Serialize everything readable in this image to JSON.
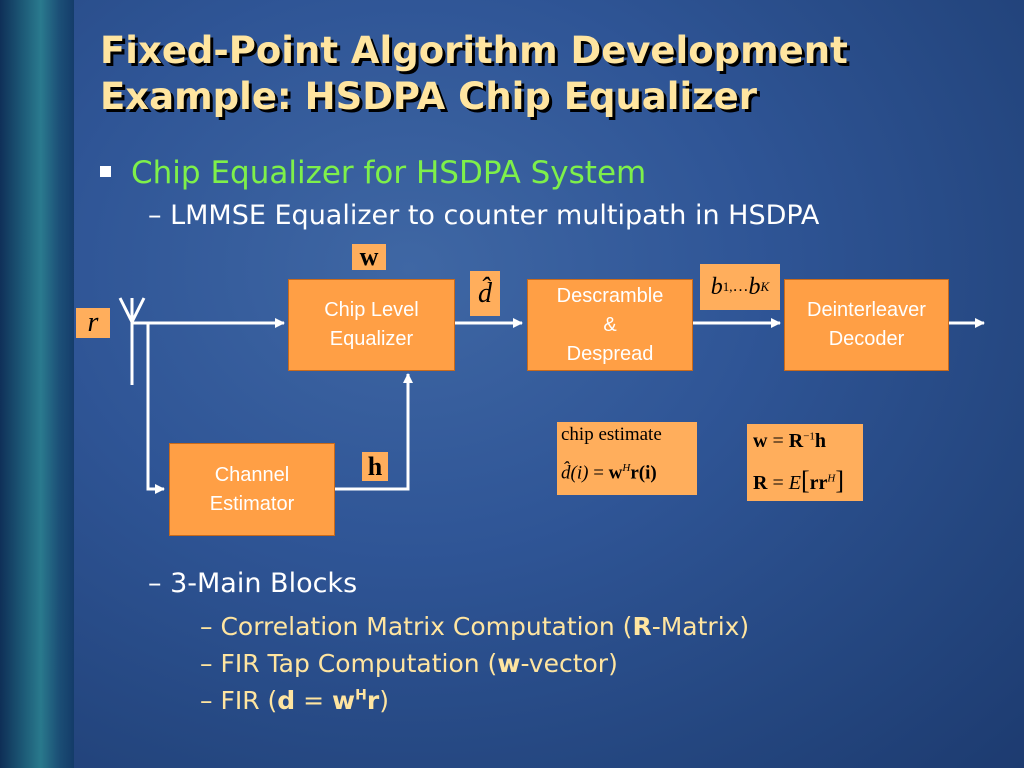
{
  "slide": {
    "title_line1": "Fixed-Point Algorithm Development",
    "title_line2": "Example: HSDPA Chip Equalizer",
    "bullet": "Chip Equalizer for HSDPA System",
    "sub_bullet_1": "– LMMSE Equalizer to counter multipath in HSDPA",
    "sub_bullet_2": "– 3-Main Blocks",
    "items": {
      "item1_pre": "– Correlation Matrix Computation (",
      "item1_bold": "R",
      "item1_post": "-Matrix)",
      "item2_pre": "– FIR Tap Computation (",
      "item2_bold": "w",
      "item2_post": "-vector)",
      "item3_pre": "– FIR (",
      "item3_d": "d",
      "item3_eq": " = ",
      "item3_w": "w",
      "item3_sup": "H",
      "item3_r": "r",
      "item3_post": ")"
    }
  },
  "diagram": {
    "blocks": {
      "equalizer_line1": "Chip Level",
      "equalizer_line2": "Equalizer",
      "descramble_line1": "Descramble",
      "descramble_line2": "&",
      "descramble_line3": "Despread",
      "deinterleaver_line1": "Deinterleaver",
      "deinterleaver_line2": "Decoder",
      "channel_line1": "Channel",
      "channel_line2": "Estimator"
    },
    "labels": {
      "r": "r",
      "w": "w",
      "h": "h",
      "d_hat": "d̂",
      "b_main1": "b",
      "b_sub1": "1,",
      "b_dots": "…",
      "b_main2": "b",
      "b_sub2": "K"
    },
    "chip_estimate": {
      "caption": "chip estimate",
      "lhs": "d̂(i)",
      "eq": " = ",
      "w": "w",
      "sup": "H",
      "rhs": "r(i)"
    },
    "equations": {
      "eq1_lhs": "w",
      "eq1_mid": " = ",
      "eq1_R": "R",
      "eq1_sup": "−1",
      "eq1_h": "h",
      "eq2_lhs": "R",
      "eq2_mid": " = ",
      "eq2_E": "E",
      "eq2_body": "rr",
      "eq2_sup": "H"
    },
    "colors": {
      "block_fill": "#ff9f45",
      "arrow": "#ffffff",
      "title": "#ffe5a0",
      "bullet": "#7ef04a"
    }
  }
}
